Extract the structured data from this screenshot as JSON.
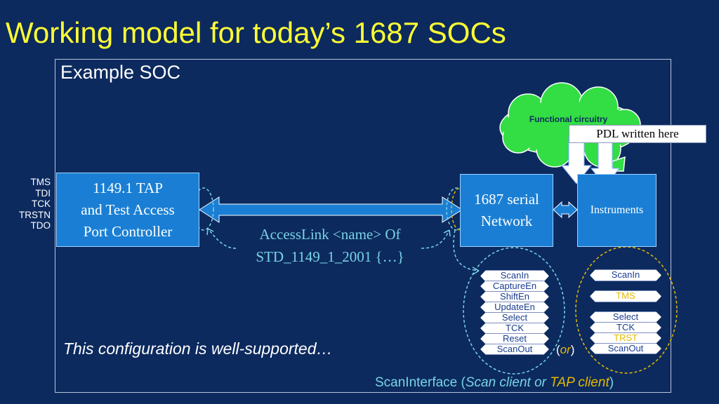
{
  "title": "Working model for today’s 1687 SOCs",
  "soc_label": "Example SOC",
  "pins": [
    "TMS",
    "TDI",
    "TCK",
    "TRSTN",
    "TDO"
  ],
  "tap_block": [
    "1149.1 TAP",
    "and Test Access",
    "Port Controller"
  ],
  "network_block": [
    "1687 serial",
    "Network"
  ],
  "instruments_block": "Instruments",
  "functional_circuitry": "Functional circuitry",
  "pdl_label": "PDL written here",
  "accesslink": [
    "AccessLink <name> Of",
    "STD_1149_1_2001 {…}"
  ],
  "scan_client_signals": [
    "ScanIn",
    "CaptureEn",
    "ShiftEn",
    "UpdateEn",
    "Select",
    "TCK",
    "Reset",
    "ScanOut"
  ],
  "tap_client_signals": [
    "ScanIn",
    "TMS",
    "Select",
    "TCK",
    "TRST",
    "ScanOut"
  ],
  "configuration_note": "This configuration is well-supported…",
  "or_label": {
    "open": "(",
    "word": "or",
    "close": ")"
  },
  "scaninterface": {
    "prefix": "ScanInterface (",
    "scan_client": "Scan client",
    "or": " or ",
    "tap_client": "TAP client",
    "suffix": ")"
  },
  "colors": {
    "background": "#0c2a5e",
    "title": "#ffff33",
    "block": "#1a7fd4",
    "cloud": "#33dd44",
    "accent": "#79d3e6",
    "tap_client": "#e6b800"
  }
}
